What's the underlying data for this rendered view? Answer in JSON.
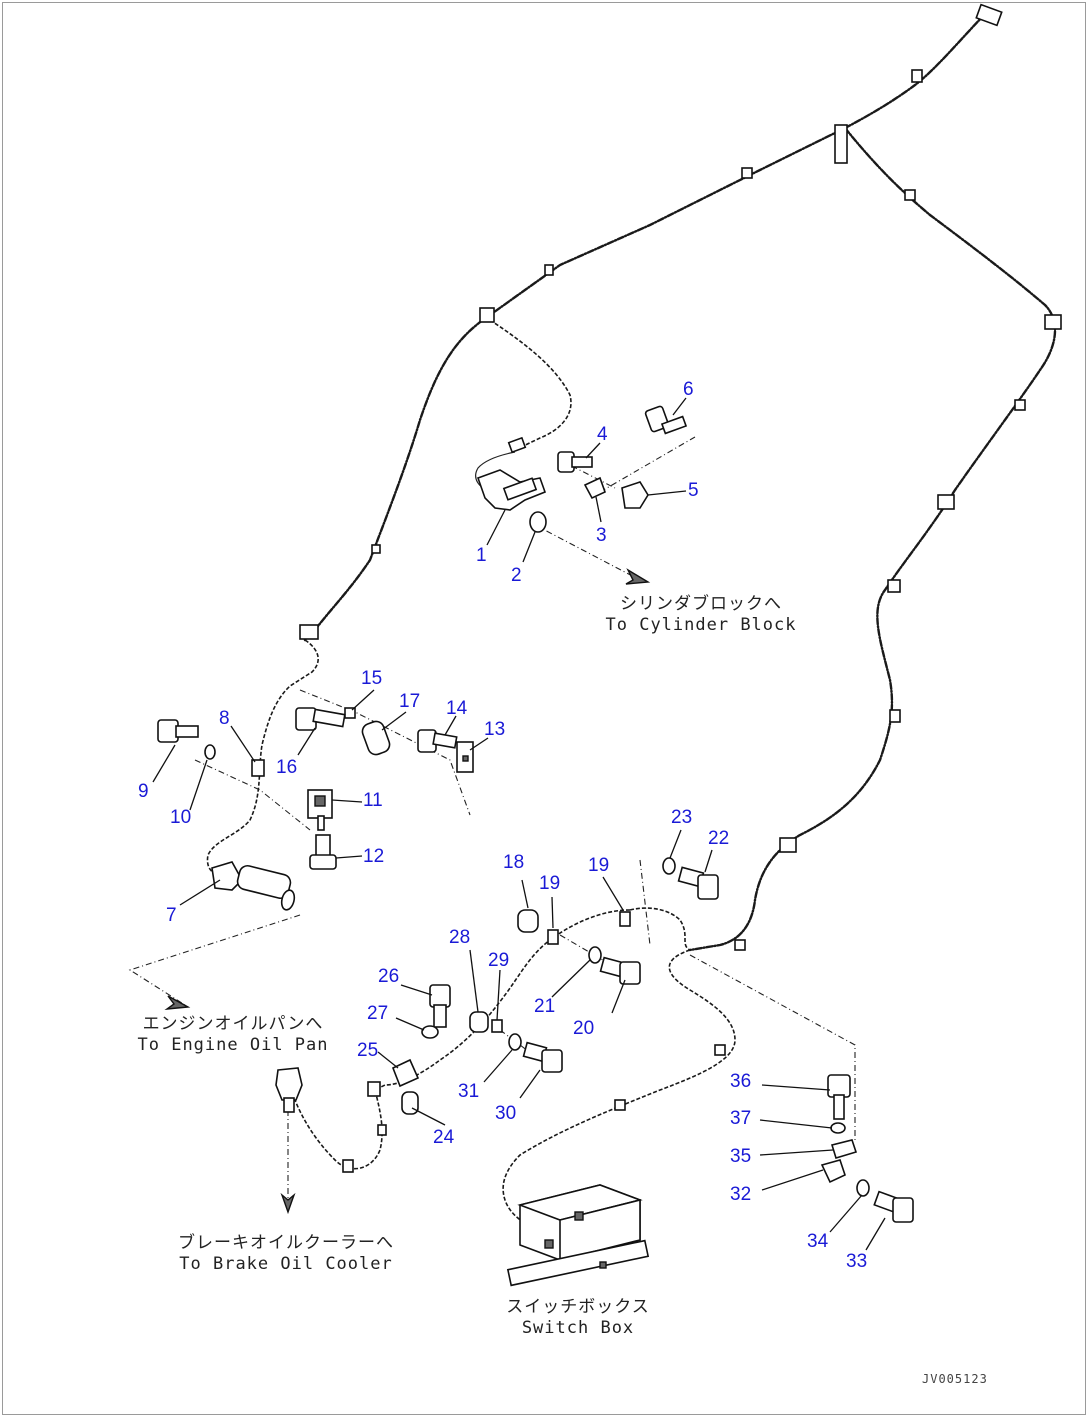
{
  "labels": {
    "p1": "1",
    "p2": "2",
    "p3": "3",
    "p4": "4",
    "p5": "5",
    "p6": "6",
    "p7": "7",
    "p8": "8",
    "p9": "9",
    "p10": "10",
    "p11": "11",
    "p12": "12",
    "p13": "13",
    "p14": "14",
    "p15": "15",
    "p16": "16",
    "p17": "17",
    "p18": "18",
    "p19a": "19",
    "p19b": "19",
    "p20": "20",
    "p21": "21",
    "p22": "22",
    "p23": "23",
    "p24": "24",
    "p25": "25",
    "p26": "26",
    "p27": "27",
    "p28": "28",
    "p29": "29",
    "p30": "30",
    "p31": "31",
    "p32": "32",
    "p33": "33",
    "p34": "34",
    "p35": "35",
    "p36": "36",
    "p37": "37"
  },
  "destinations": {
    "cylinder_block": {
      "jp": "シリンダブロックへ",
      "en": "To Cylinder Block"
    },
    "engine_oil_pan": {
      "jp": "エンジンオイルパンへ",
      "en": "To Engine Oil Pan"
    },
    "brake_oil_cooler": {
      "jp": "ブレーキオイルクーラーへ",
      "en": "To Brake Oil Cooler"
    },
    "switch_box": {
      "jp": "スイッチボックス",
      "en": "Switch Box"
    }
  },
  "drawing_code": "JV005123",
  "colors": {
    "callout": "#1a1ad6",
    "line": "#1a1a1a"
  }
}
